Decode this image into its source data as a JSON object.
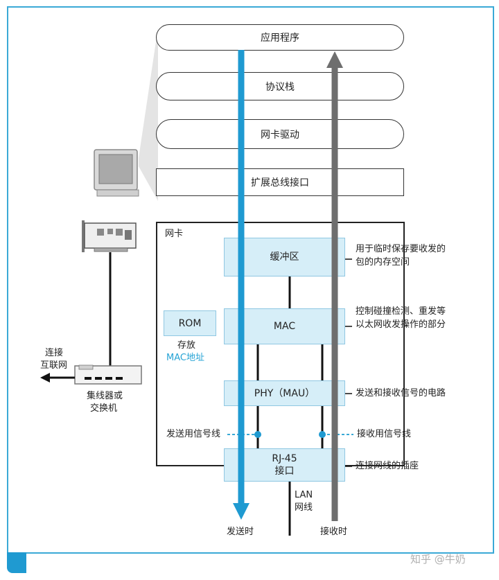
{
  "layers": {
    "application": "应用程序",
    "protocol_stack": "协议栈",
    "nic_driver": "网卡驱动",
    "bus_interface": "扩展总线接口"
  },
  "nic": {
    "title": "网卡",
    "buffer": "缓冲区",
    "buffer_desc_1": "用于临时保存要收发的",
    "buffer_desc_2": "包的内存空间",
    "mac": "MAC",
    "mac_desc_1": "控制碰撞检测、重发等",
    "mac_desc_2": "以太网收发操作的部分",
    "rom": "ROM",
    "rom_desc_1": "存放",
    "rom_desc_2": "MAC地址",
    "phy": "PHY（MAU）",
    "phy_desc": "发送和接收信号的电路",
    "send_line": "发送用信号线",
    "recv_line": "接收用信号线",
    "rj45_1": "RJ-45",
    "rj45_2": "接口",
    "rj45_desc": "连接网线的插座"
  },
  "lan": {
    "line1": "LAN",
    "line2": "网线"
  },
  "arrows": {
    "send": "发送时",
    "receive": "接收时"
  },
  "hub": {
    "internet_1": "连接",
    "internet_2": "互联网",
    "label_1": "集线器或",
    "label_2": "交换机"
  },
  "watermark": "知乎 @牛奶",
  "colors": {
    "accent": "#1f9ad1",
    "box_fill": "#d6eef8",
    "receive_arrow": "#6e6e6e"
  }
}
